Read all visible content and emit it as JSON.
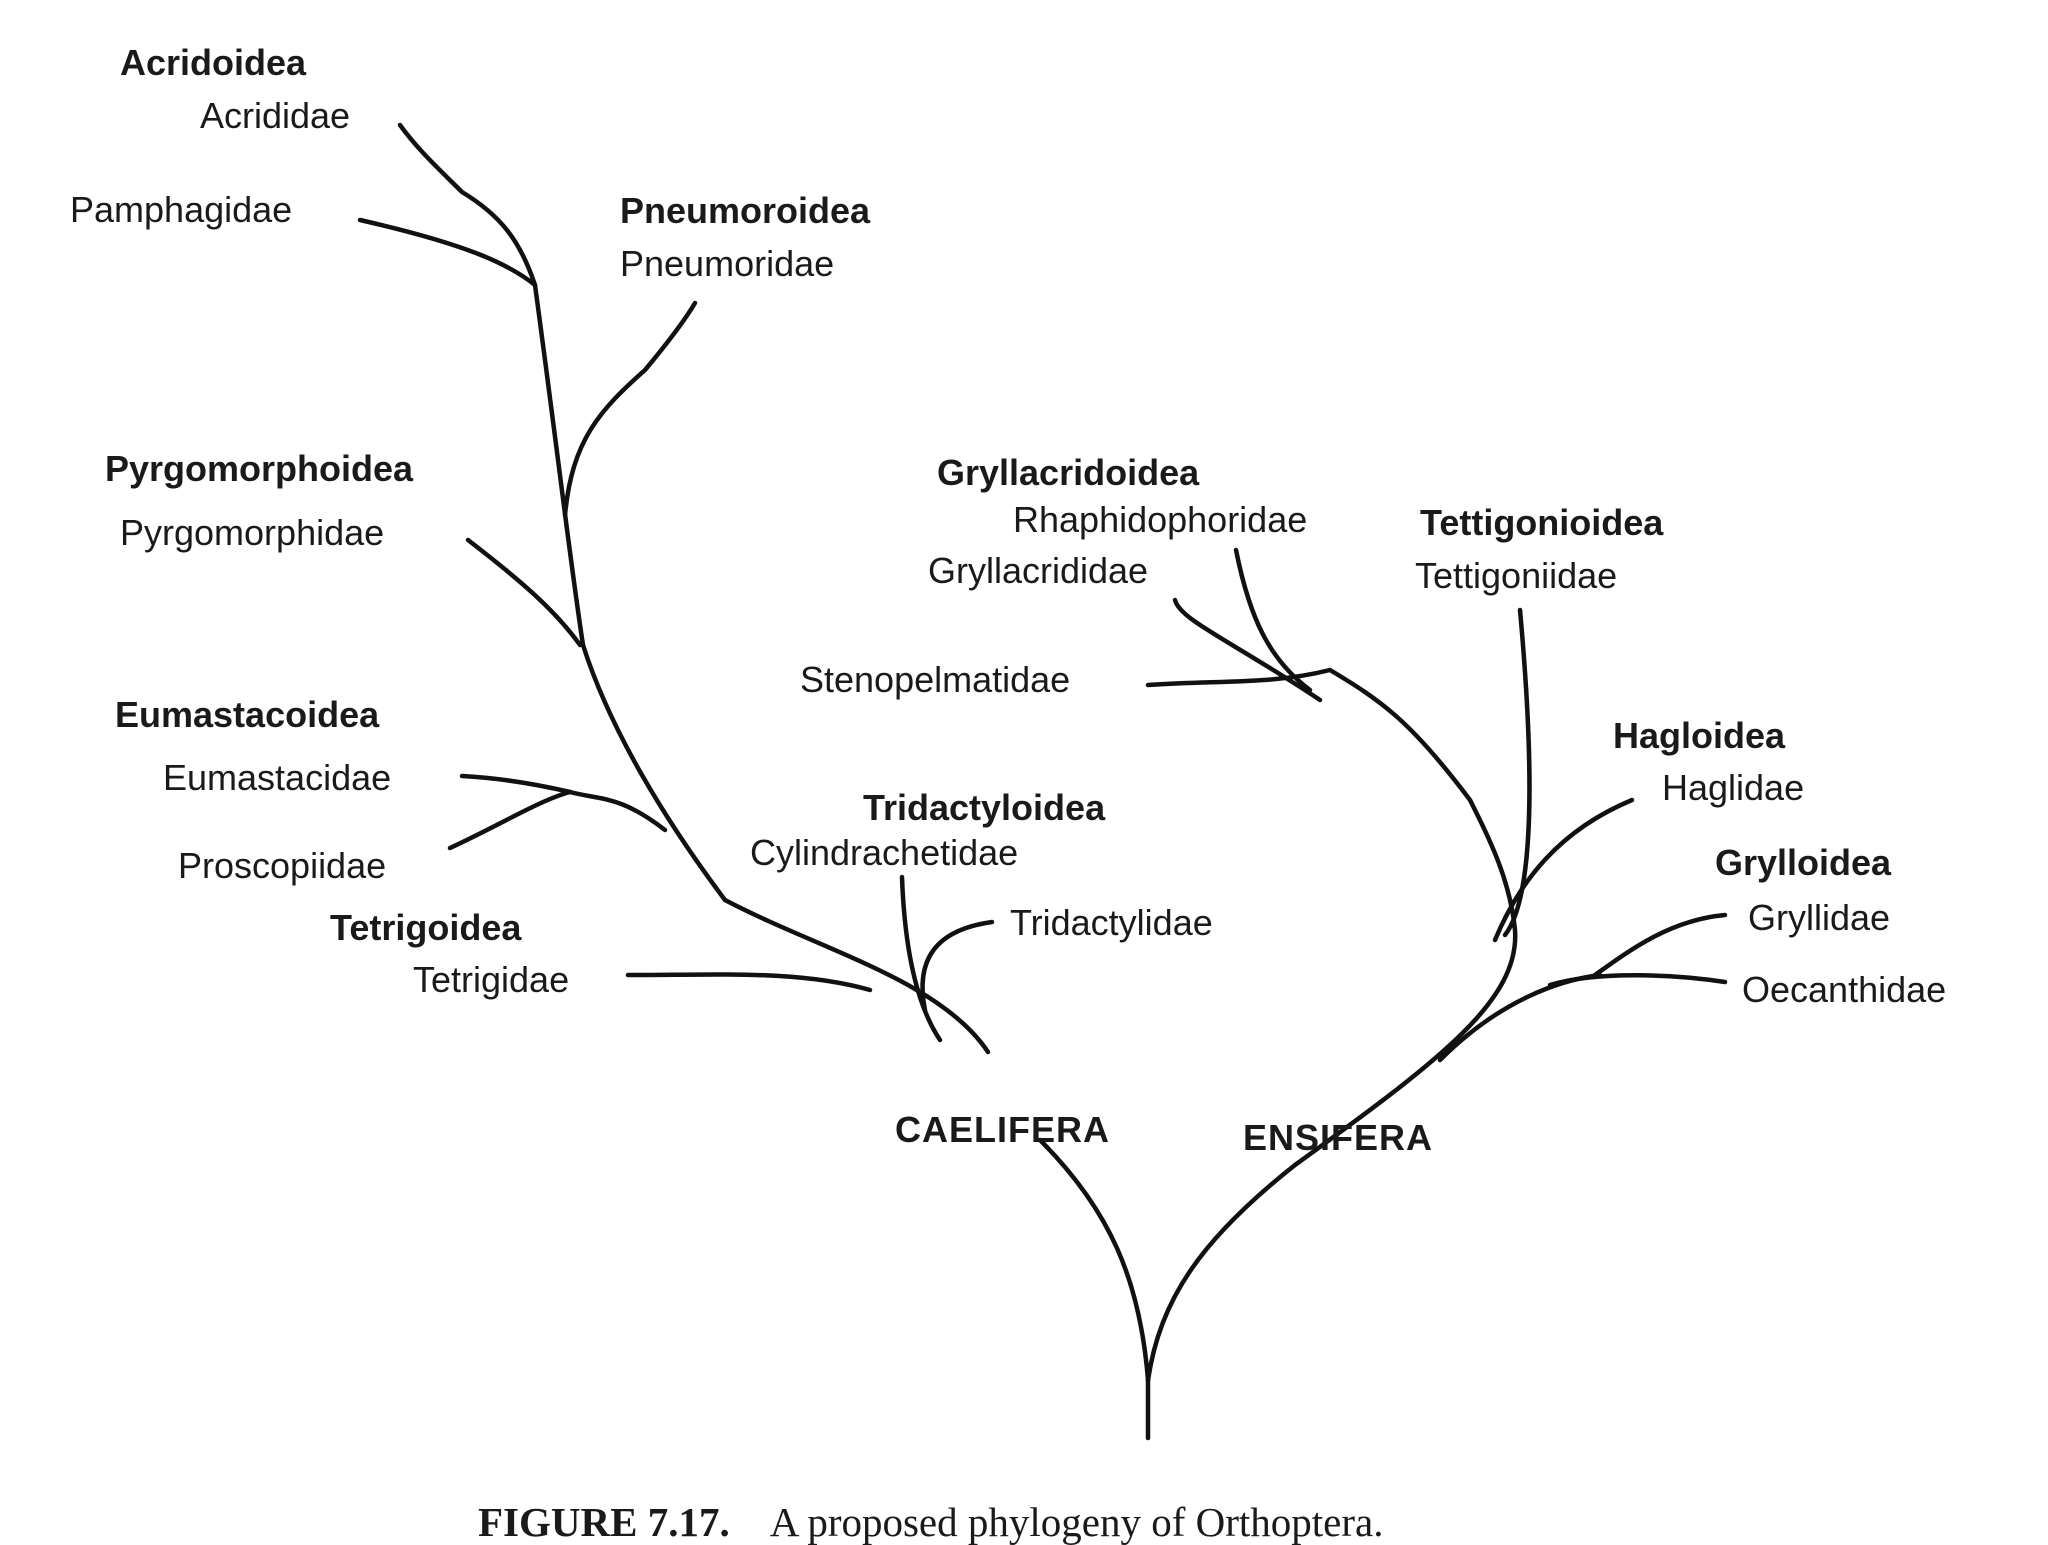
{
  "labels": {
    "acridoidea": "Acridoidea",
    "acrididae": "Acrididae",
    "pamphagidae": "Pamphagidae",
    "pneumoroidea": "Pneumoroidea",
    "pneumoridae": "Pneumoridae",
    "pyrgomorphoidea": "Pyrgomorphoidea",
    "pyrgomorphidae": "Pyrgomorphidae",
    "eumastacoidea": "Eumastacoidea",
    "eumastacidae": "Eumastacidae",
    "proscopiidae": "Proscopiidae",
    "tetrigoidea": "Tetrigoidea",
    "tetrigidae": "Tetrigidae",
    "tridactyloidea": "Tridactyloidea",
    "cylindrachetidae": "Cylindrachetidae",
    "tridactylidae": "Tridactylidae",
    "caelifera": "CAELIFERA",
    "ensifera": "ENSIFERA",
    "gryllacridoidea": "Gryllacridoidea",
    "rhaphidophoridae": "Rhaphidophoridae",
    "gryllacrididae": "Gryllacrididae",
    "stenopelmatidae": "Stenopelmatidae",
    "tettigonioidea": "Tettigonioidea",
    "tettigoniidae": "Tettigoniidae",
    "hagloidea": "Hagloidea",
    "haglidae": "Haglidae",
    "grylloidea": "Grylloidea",
    "gryllidae": "Gryllidae",
    "oecanthidae": "Oecanthidae"
  },
  "caption": {
    "number": "FIGURE 7.17.",
    "text": "A proposed phylogeny of Orthoptera."
  },
  "colors": {
    "line": "#111111",
    "text": "#1a1a1a"
  }
}
